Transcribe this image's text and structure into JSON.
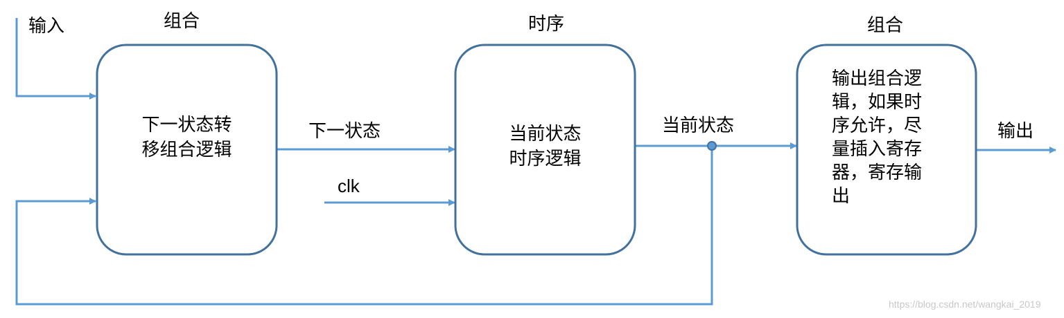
{
  "colors": {
    "line": "#5b9bd5",
    "box_stroke": "#41719c",
    "node_fill": "#5b9bd5"
  },
  "labels": {
    "input": "输入",
    "output": "输出",
    "next_state": "下一状态",
    "current_state": "当前状态",
    "clk": "clk"
  },
  "blocks": {
    "block1": {
      "heading": "组合",
      "lines": [
        "下一状态转",
        "移组合逻辑"
      ]
    },
    "block2": {
      "heading": "时序",
      "lines": [
        "当前状态",
        "时序逻辑"
      ]
    },
    "block3": {
      "heading": "组合",
      "lines": [
        "输出组合逻",
        "辑，如果时",
        "序允许，尽",
        "量插入寄存",
        "器，寄存输",
        "出"
      ]
    }
  },
  "watermark": "https://blog.csdn.net/wangkai_2019"
}
